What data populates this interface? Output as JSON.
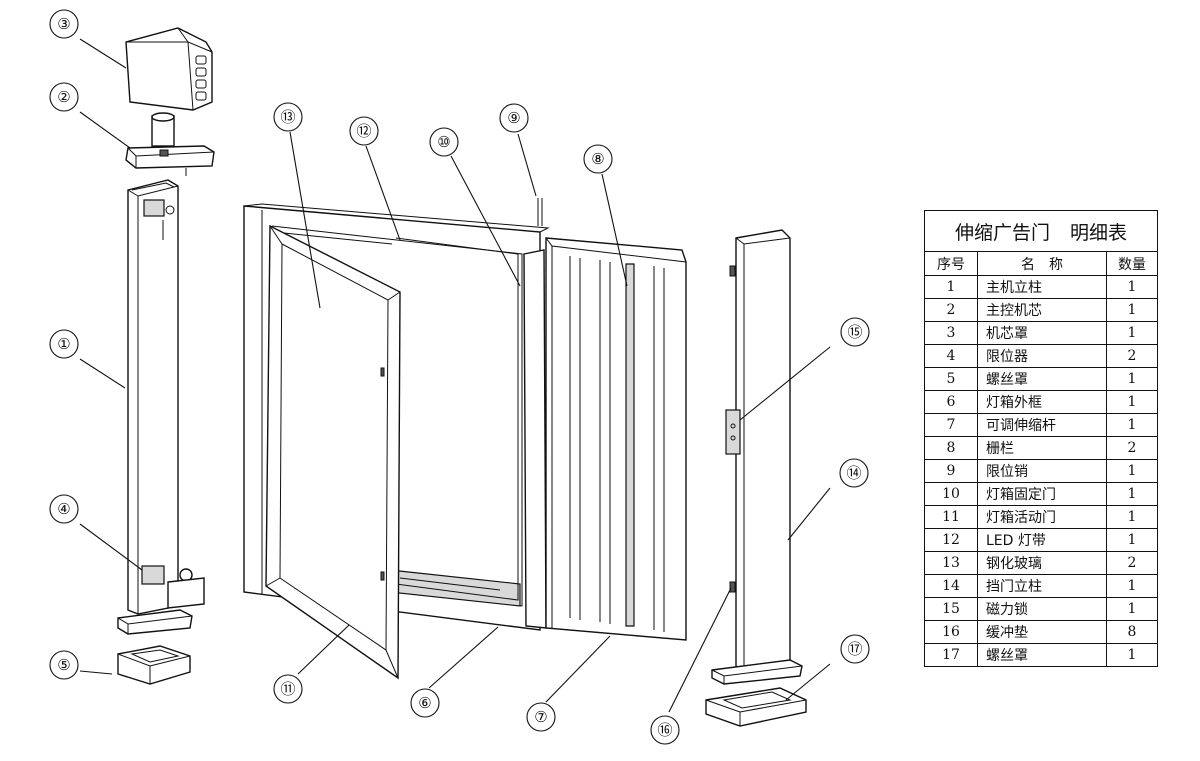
{
  "table": {
    "title_left": "伸缩广告门",
    "title_right": "明细表",
    "headers": [
      "序号",
      "名　称",
      "数量"
    ],
    "rows": [
      [
        "1",
        "主机立柱",
        "1"
      ],
      [
        "2",
        "主控机芯",
        "1"
      ],
      [
        "3",
        "机芯罩",
        "1"
      ],
      [
        "4",
        "限位器",
        "2"
      ],
      [
        "5",
        "螺丝罩",
        "1"
      ],
      [
        "6",
        "灯箱外框",
        "1"
      ],
      [
        "7",
        "可调伸缩杆",
        "1"
      ],
      [
        "8",
        "栅栏",
        "2"
      ],
      [
        "9",
        "限位销",
        "1"
      ],
      [
        "10",
        "灯箱固定门",
        "1"
      ],
      [
        "11",
        "灯箱活动门",
        "1"
      ],
      [
        "12",
        "LED 灯带",
        "1"
      ],
      [
        "13",
        "钢化玻璃",
        "2"
      ],
      [
        "14",
        "挡门立柱",
        "1"
      ],
      [
        "15",
        "磁力锁",
        "1"
      ],
      [
        "16",
        "缓冲垫",
        "8"
      ],
      [
        "17",
        "螺丝罩",
        "1"
      ]
    ]
  },
  "callouts": [
    "①",
    "②",
    "③",
    "④",
    "⑤",
    "⑥",
    "⑦",
    "⑧",
    "⑨",
    "⑩",
    "⑪",
    "⑫",
    "⑬",
    "⑭",
    "⑮",
    "⑯",
    "⑰"
  ]
}
